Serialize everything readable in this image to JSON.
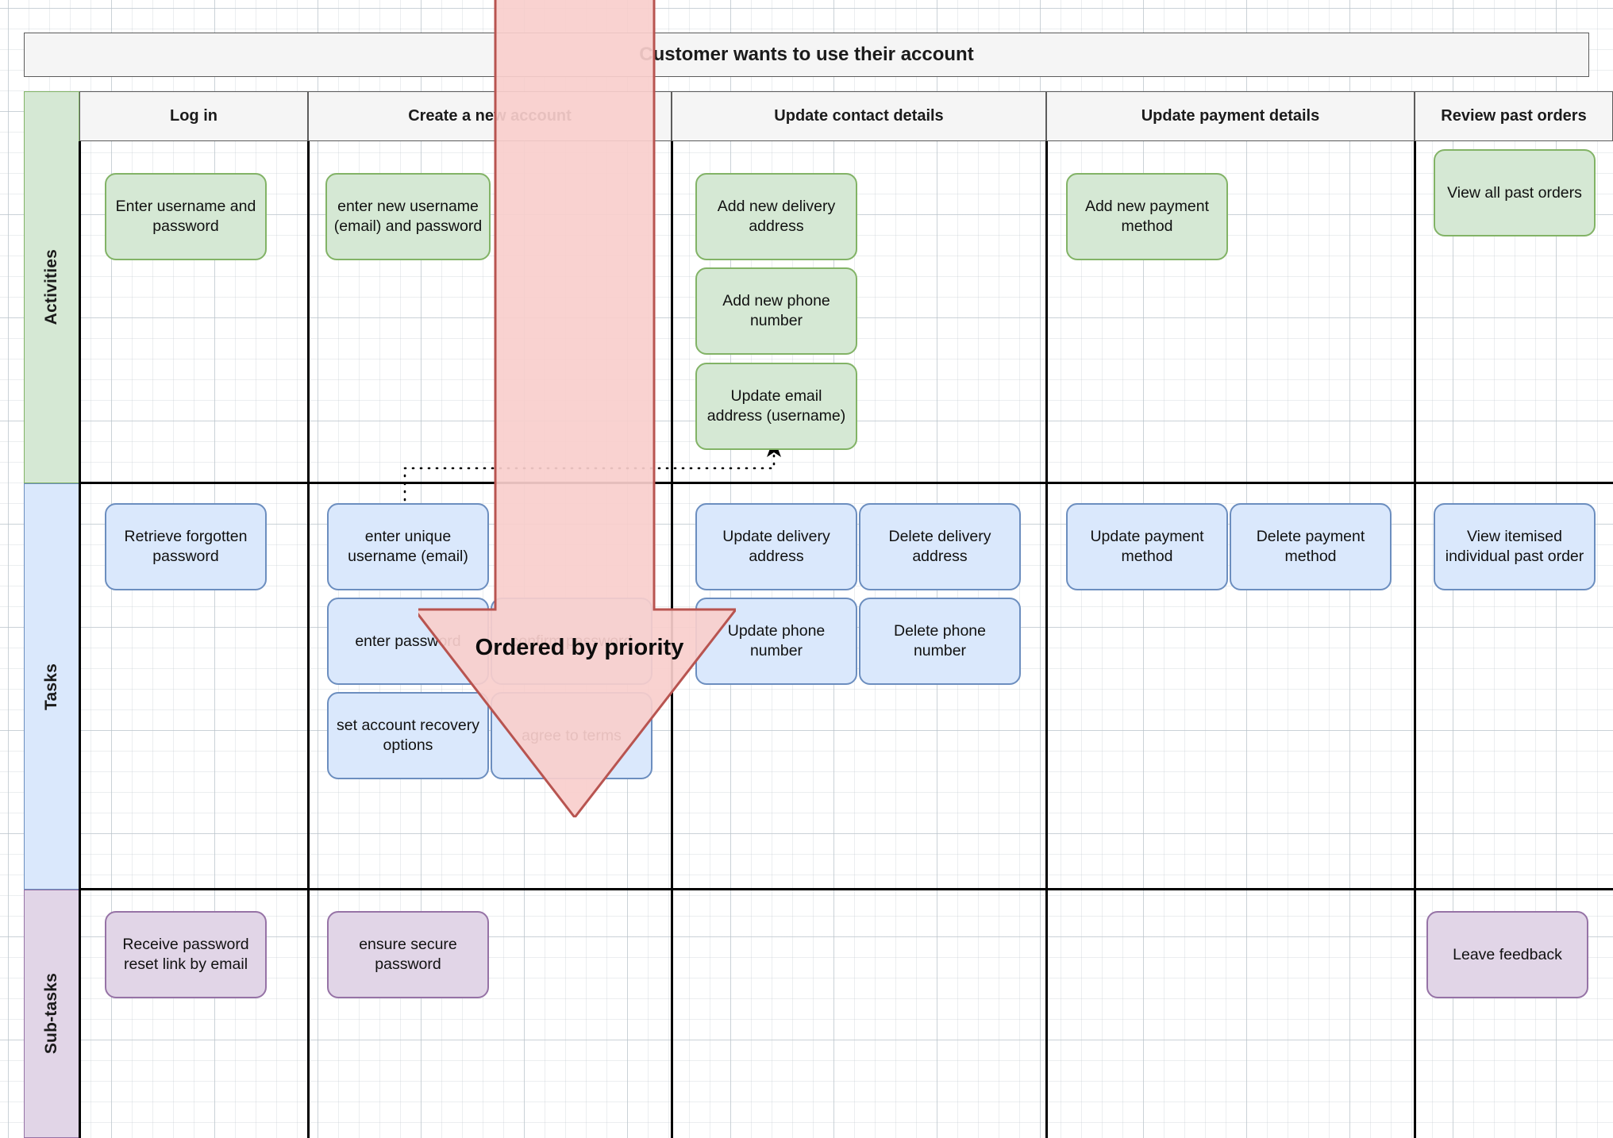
{
  "board": {
    "title": "Customer wants to use their account",
    "lanes": [
      {
        "id": "activities",
        "label": "Activities",
        "color": "#d5e8d4",
        "border": "#82b366"
      },
      {
        "id": "tasks",
        "label": "Tasks",
        "color": "#dae8fc",
        "border": "#6c8ebf"
      },
      {
        "id": "subtasks",
        "label": "Sub-tasks",
        "color": "#e1d5e7",
        "border": "#9673a6"
      }
    ],
    "columns": [
      {
        "id": "login",
        "label": "Log in"
      },
      {
        "id": "create-account",
        "label": "Create a new account"
      },
      {
        "id": "contact-details",
        "label": "Update contact details"
      },
      {
        "id": "payment-details",
        "label": "Update payment details"
      },
      {
        "id": "past-orders",
        "label": "Review past orders"
      }
    ],
    "annotation": {
      "label": "Ordered by priority",
      "fill": "#f8cecc",
      "stroke": "#b85450"
    },
    "cards": {
      "activities": {
        "login": [
          "Enter username and password"
        ],
        "create_account": [
          "enter new username (email) and password"
        ],
        "contact_details": [
          "Add new delivery address",
          "Add new phone number",
          "Update email address (username)"
        ],
        "payment_details": [
          "Add new payment method"
        ],
        "past_orders": [
          "View all past orders"
        ]
      },
      "tasks": {
        "login": [
          "Retrieve forgotten password"
        ],
        "create_account": [
          "enter unique username (email)",
          "enter password",
          "confirm password",
          "set account recovery options",
          "agree to terms"
        ],
        "contact_details": [
          "Update delivery address",
          "Delete delivery address",
          "Update phone number",
          "Delete phone number"
        ],
        "payment_details": [
          "Update payment method",
          "Delete payment method"
        ],
        "past_orders": [
          "View itemised individual past order"
        ]
      },
      "subtasks": {
        "login": [
          "Receive password reset link by email"
        ],
        "create_account": [
          "ensure secure password"
        ],
        "contact_details": [],
        "payment_details": [],
        "past_orders": [
          "Leave feedback"
        ]
      }
    }
  }
}
